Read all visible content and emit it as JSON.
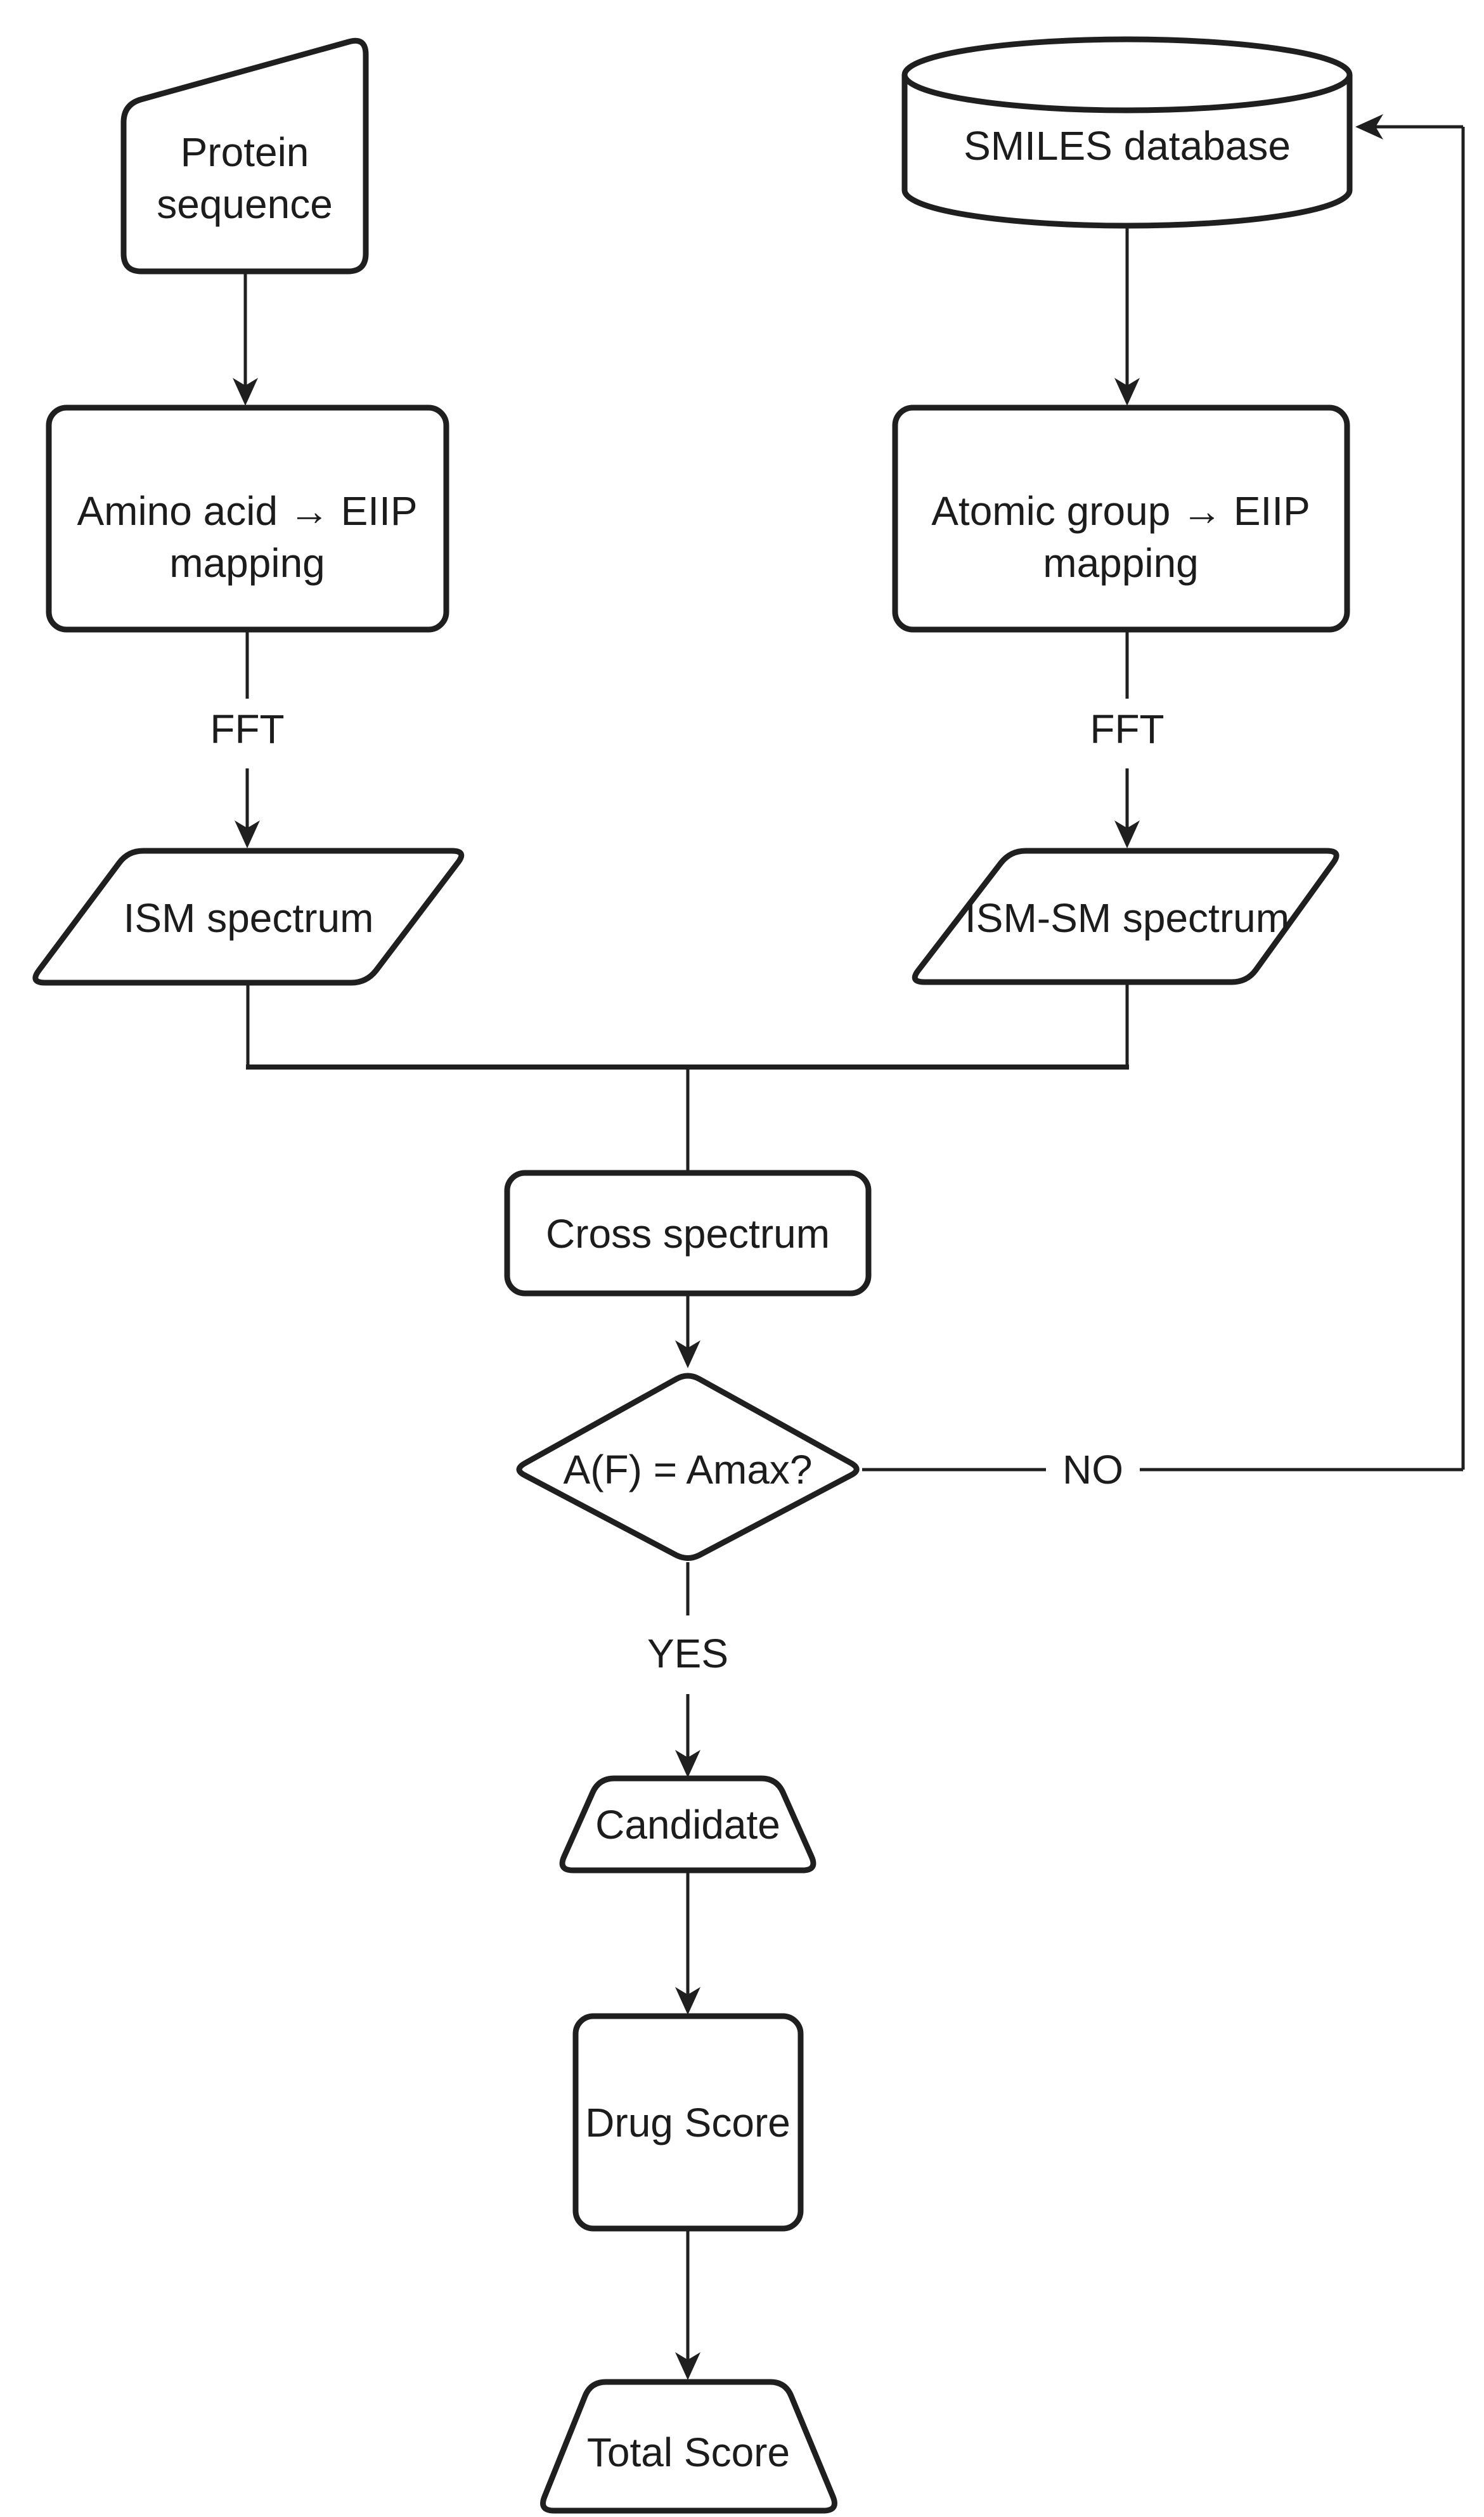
{
  "figure": {
    "type": "flowchart",
    "background": "#ffffff",
    "stroke_color": "#1f1f1f",
    "text_color": "#1c1c1c",
    "nodes": {
      "protein_sequence": {
        "shape": "manual-input",
        "line1": "Protein",
        "line2": "sequence"
      },
      "smiles_database": {
        "shape": "cylinder",
        "label": "SMILES database"
      },
      "amino_mapping": {
        "shape": "rounded-rect",
        "line1": "Amino acid → EIIP",
        "line2": "mapping"
      },
      "atomic_mapping": {
        "shape": "rounded-rect",
        "line1": "Atomic group → EIIP",
        "line2": "mapping"
      },
      "ism_spectrum": {
        "shape": "parallelogram",
        "label": "ISM spectrum"
      },
      "ism_sm_spectrum": {
        "shape": "parallelogram",
        "label": "ISM-SM spectrum"
      },
      "cross_spectrum": {
        "shape": "rounded-rect",
        "label": "Cross spectrum"
      },
      "decision": {
        "shape": "diamond",
        "label": "A(F) = Amax?"
      },
      "candidate": {
        "shape": "trapezoid",
        "label": "Candidate"
      },
      "drug_score": {
        "shape": "rounded-rect",
        "label": "Drug Score"
      },
      "total_score": {
        "shape": "trapezoid",
        "label": "Total Score"
      }
    },
    "edge_labels": {
      "fft_left": "FFT",
      "fft_right": "FFT",
      "no": "NO",
      "yes": "YES"
    }
  }
}
